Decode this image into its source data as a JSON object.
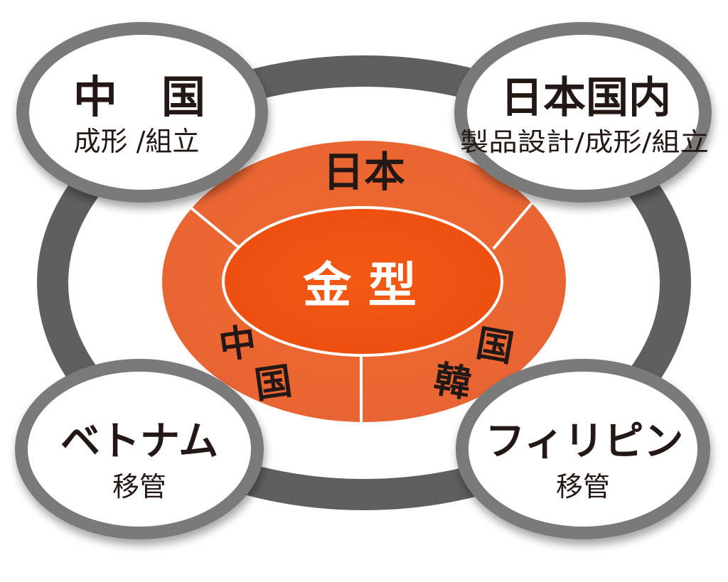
{
  "center": {
    "core_label": "金 型",
    "ring_top_label": "日本",
    "ring_left_label": [
      "中",
      "国"
    ],
    "ring_right_label": [
      "韓",
      "国"
    ]
  },
  "nodes": {
    "china": {
      "title": "中　国",
      "subtitle": "成形 /組立"
    },
    "japan_domestic": {
      "title": "日本国内",
      "subtitle": "製品設計/成形/組立"
    },
    "vietnam": {
      "title": "ベトナム",
      "subtitle": "移管"
    },
    "philippines": {
      "title": "フィリピン",
      "subtitle": "移管"
    }
  },
  "colors": {
    "core": "#ee4e10",
    "ring": "#ec6c3c",
    "outer_ring": "#5f5f5f",
    "node_border": "#7a7a7a",
    "text_dark": "#231815",
    "text_white": "#ffffff"
  }
}
